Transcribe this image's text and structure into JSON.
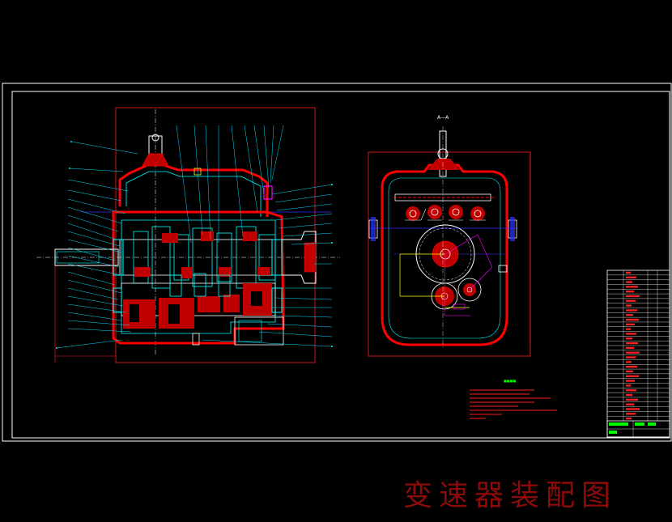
{
  "drawing": {
    "title": "变速器装配图",
    "section_label": "A—A"
  },
  "colors": {
    "background": "#000000",
    "frame": "#ffffff",
    "outline_cyan": "#00ffff",
    "section_red": "#ff0000",
    "solid_red": "#c00000",
    "leader_cyan": "#00e0ff",
    "dimension_red": "#ff2020",
    "dimension_yellow": "#ffff00",
    "axis_blue": "#3030ff",
    "accent_magenta": "#ff00ff",
    "title_red": "#8b0a0a"
  },
  "title_block": {
    "rows": 32
  }
}
